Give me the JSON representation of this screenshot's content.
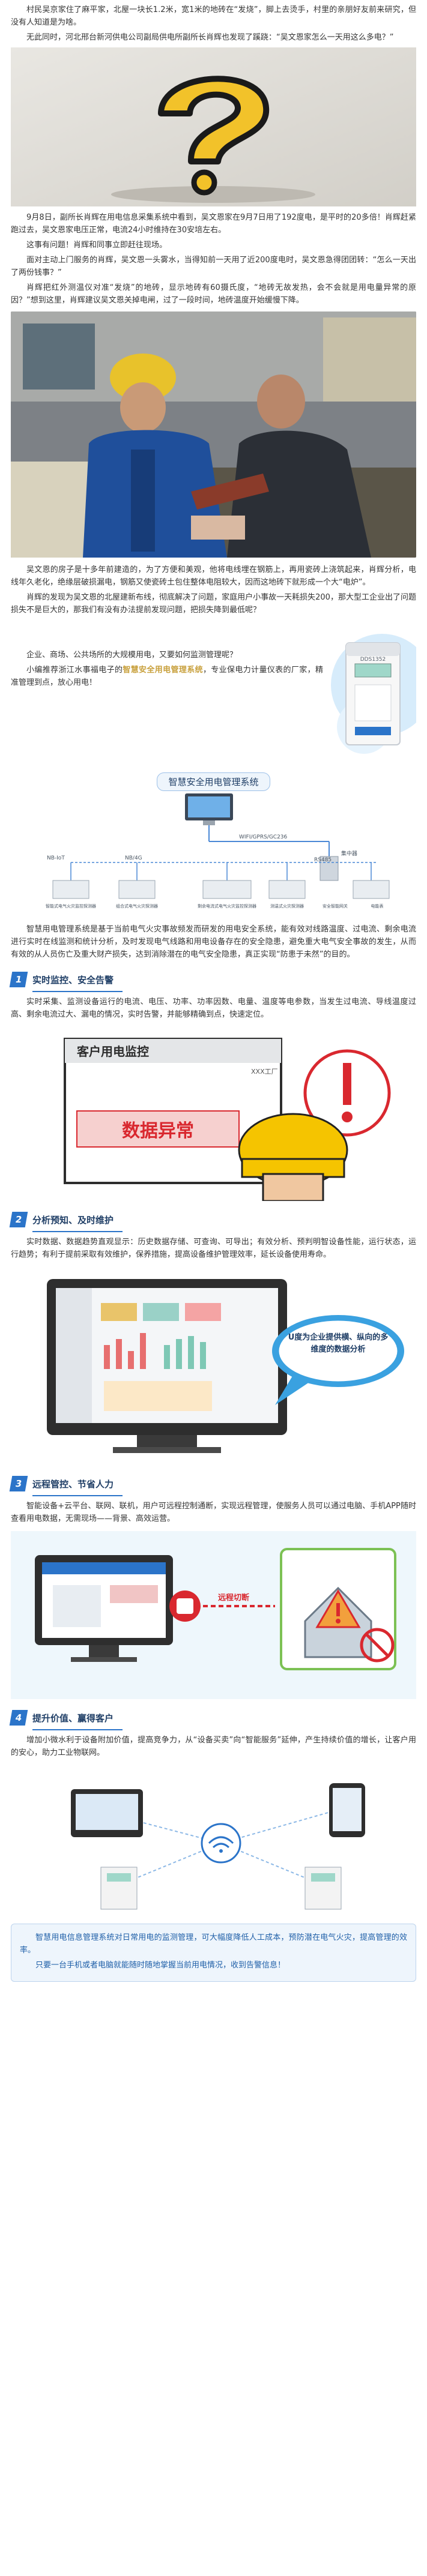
{
  "intro": {
    "p1": "村民吴京家住了麻平家，北屋一块长1.2米，宽1米的地砖在“发烧”，脚上去烫手，村里的亲朋好友前来研究，但没有人知道是为啥。",
    "p2": "无此同时，河北邢台新河供电公司副局供电所副所长肖辉也发现了蹊跷：“吴文恩家怎么一天用这么多电？”"
  },
  "story": {
    "p1": "9月8日，副所长肖辉在用电信息采集系统中看到，吴文恩家在9月7日用了192度电，是平时的20多倍！肖辉赶紧跑过去，吴文恩家电压正常，电流24小时维持在30安培左右。",
    "p2": "这事有问题！肖辉和同事立即赶往现场。",
    "p3": "面对主动上门服务的肖辉，吴文恩一头雾水，当得知前一天用了近200度电时，吴文恩急得团团转：“怎么一天出了两份钱事？”",
    "p4": "肖辉把红外测温仪对准“发烧”的地砖，显示地砖有60摄氏度，“地砖无故发热，会不会就是用电量异常的原因？”想到这里，肖辉建议吴文恩关掉电闸，过了一段时间，地砖温度开始缓慢下降。",
    "p5": "吴文恩的房子是十多年前建造的，为了方便和美观，他将电线埋在钢筋上，再用瓷砖上浇筑起来，肖辉分析，电线年久老化，绝缘层破损漏电，钢筋又使瓷砖土包住整体电阻较大，因而这地砖下就形成一个大“电炉”。",
    "p6": "肖辉的发现为吴文恩的北屋建新布线，彻底解决了问题，家庭用户小事故一天耗损失200，那大型工企业出了问题损失不是巨大的，那我们有没有办法提前发现问题，把损失降到最低呢？"
  },
  "promo": {
    "line1": "企业、商场、公共场所的大规模用电，又要如何监测管理呢？",
    "line2_prefix": "小编推荐浙江水事福电子的",
    "line2_highlight": "智慧安全用电管理系统",
    "line2_suffix": "，专业保电力计量仪表的厂家，精准管理到点，放心用电！"
  },
  "meter_label": "DDS1352",
  "diagram": {
    "title": "智慧安全用电管理系统",
    "wifi_label": "WIFI/GPRS/GC236",
    "collector_label": "集中器",
    "rs485": "RS485",
    "nb_left": "NB-IoT",
    "nb_mid": "NB/4G",
    "devices": [
      "智能式电气火灾监控探测器",
      "组合式电气火灾探测器",
      "剩余电流式电气火灾监控探测器",
      "测温式火灾探测器",
      "安全智能网关",
      "电能表"
    ]
  },
  "system_desc": "智慧用电管理系统是基于当前电气火灾事故频发而研发的用电安全系统，能有效对线路温度、过电流、剩余电流进行实时在线监测和统计分析，及时发现电气线路和用电设备存在的安全隐患，避免重大电气安全事故的发生，从而有效的从人员伤亡及重大财产损失，达到消除潜在的电气安全隐患，真正实现“防患于未然”的目的。",
  "sections": [
    {
      "num": "1",
      "title": "实时监控、安全告警",
      "text": "实时采集、监测设备运行的电流、电压、功率、功率因数、电量、温度等电参数，当发生过电流、导线温度过高、剩余电流过大、漏电的情况，实时告警，并能够精确到点，快速定位。",
      "scene_title": "客户用电监控",
      "scene_sub": "XXX工厂",
      "alert": "数据异常"
    },
    {
      "num": "2",
      "title": "分析预知、及时维护",
      "text": "实时数据、数据趋势直观显示：历史数据存储、可查询、可导出；有效分析、预判明智设备性能，运行状态，运行趋势；有利于提前采取有效维护，保养措施，提高设备维护管理效率，延长设备使用寿命。",
      "bubble": "U度为企业提供横、纵向的多维度的数据分析"
    },
    {
      "num": "3",
      "title": "远程管控、节省人力",
      "text": "智能设备+云平台、联网、联机，用户可远程控制通断，实现远程管理，使服务人员可以通过电脑、手机APP随时查看用电数据，无需现场——背景、高效运营。",
      "control_label": "远程切断"
    },
    {
      "num": "4",
      "title": "提升价值、赢得客户",
      "text": "增加小微水利于设备附加价值，提高竞争力，从“设备买卖”向“智能服务”延伸，产生持续价值的增长，让客户用的安心，助力工业物联网。"
    }
  ],
  "footer": {
    "l1": "智慧用电信息管理系统对日常用电的监测管理，可大幅度降低人工成本，预防潜在电气火灾，提高管理的效率。",
    "l2": "只要一台手机或者电脑就能随时随地掌握当前用电情况，收到告警信息！"
  },
  "colors": {
    "accent": "#2b74c9",
    "highlight": "#c8a03c",
    "alert_red": "#d9282f",
    "helmet_yellow": "#f5c400"
  }
}
